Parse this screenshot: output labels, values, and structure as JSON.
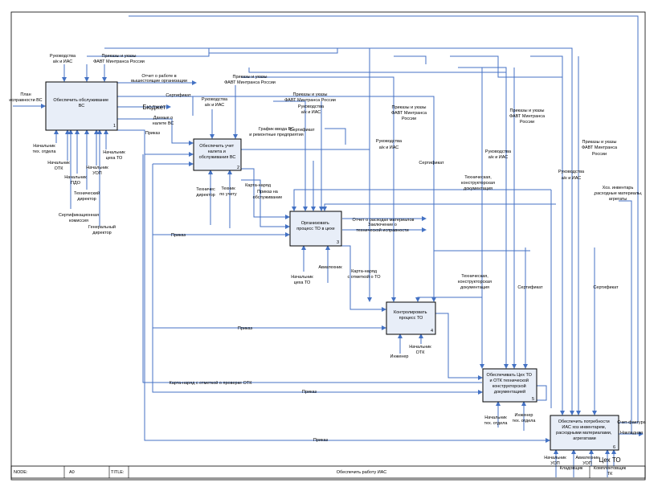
{
  "colors": {
    "box_fill": "#e8eef8",
    "arrow": "#4472c4",
    "border": "#000000"
  },
  "footer": {
    "node_label": "NODE:",
    "node_value": "A0",
    "title_label": "TITLE:",
    "title_value": "Обеспечить работу ИАС"
  },
  "boxes": [
    {
      "id": "b1",
      "num": "1",
      "lines": [
        "Обеспечить обслуживание",
        "ВС"
      ]
    },
    {
      "id": "b2",
      "num": "2",
      "lines": [
        "Обеспечить учет",
        "налета и",
        "обслуживания ВС"
      ]
    },
    {
      "id": "b3",
      "num": "3",
      "lines": [
        "Организовать",
        "процесс ТО в цехе"
      ]
    },
    {
      "id": "b4",
      "num": "4",
      "lines": [
        "Контролировать",
        "процесс ТО"
      ]
    },
    {
      "id": "b5",
      "num": "5",
      "lines": [
        "Обеспечивать Цех ТО",
        "и ОТК технической",
        "конструкторской",
        "документацией"
      ]
    },
    {
      "id": "b6",
      "num": "6",
      "lines": [
        "Обеспечить потребности",
        "ИАС хоз инвентарем,",
        "расходными материалами,",
        "агрегатами"
      ]
    }
  ],
  "labels": [
    {
      "id": "l01",
      "lines": [
        "План",
        "исправности ВС"
      ]
    },
    {
      "id": "l02",
      "lines": [
        "Руководства",
        "а/к и ИАС"
      ]
    },
    {
      "id": "l03",
      "lines": [
        "Приказы и указы",
        "ФАВТ Минтранса России"
      ]
    },
    {
      "id": "l04",
      "lines": [
        "Отчет о работе в",
        "вышестоящие организации"
      ]
    },
    {
      "id": "l05",
      "lines": [
        "Сертификат"
      ]
    },
    {
      "id": "l06",
      "lines": [
        "Бюджет"
      ]
    },
    {
      "id": "l07",
      "lines": [
        "Данные о",
        "налете ВС"
      ]
    },
    {
      "id": "l08",
      "lines": [
        "Приказ"
      ]
    },
    {
      "id": "l09",
      "lines": [
        "Руководства",
        "а/к и ИАС"
      ]
    },
    {
      "id": "l10",
      "lines": [
        "Приказы и указы",
        "ФАВТ Минтранса России"
      ]
    },
    {
      "id": "l11",
      "lines": [
        "Приказы и указы",
        "ФАВТ Минтранса России"
      ]
    },
    {
      "id": "l12",
      "lines": [
        "Руководства",
        "а/к и ИАС"
      ]
    },
    {
      "id": "l13",
      "lines": [
        "График ввода ВС",
        "и ремонтные предприятия"
      ]
    },
    {
      "id": "l14",
      "lines": [
        "Сертификат"
      ]
    },
    {
      "id": "l15",
      "lines": [
        "Приказы и указы",
        "ФАВТ Минтранса",
        "России"
      ]
    },
    {
      "id": "l16",
      "lines": [
        "Приказы и указы",
        "ФАВТ Минтранса",
        "России"
      ]
    },
    {
      "id": "l17",
      "lines": [
        "Приказы и указы",
        "ФАВТ Минтранса",
        "России"
      ]
    },
    {
      "id": "l18",
      "lines": [
        "Руководства",
        "а/к и ИАС"
      ]
    },
    {
      "id": "l19",
      "lines": [
        "Руководства",
        "а/к и ИАС"
      ]
    },
    {
      "id": "l20",
      "lines": [
        "Руководства",
        "а/к и ИАС"
      ]
    },
    {
      "id": "l21",
      "lines": [
        "Сертификат"
      ]
    },
    {
      "id": "l22",
      "lines": [
        "Техническая,",
        "конструкторская",
        "документация"
      ]
    },
    {
      "id": "l23",
      "lines": [
        "Хоз. инвентарь",
        ",расходные материалы,",
        "агрегаты"
      ]
    },
    {
      "id": "l24",
      "lines": [
        "Начальник",
        "тех. отдела"
      ]
    },
    {
      "id": "l25",
      "lines": [
        "Начальник",
        "ОТК"
      ]
    },
    {
      "id": "l26",
      "lines": [
        "Начальник",
        "ПДО"
      ]
    },
    {
      "id": "l27",
      "lines": [
        "Технический",
        "директор"
      ]
    },
    {
      "id": "l28",
      "lines": [
        "Начальник",
        "УОП"
      ]
    },
    {
      "id": "l29",
      "lines": [
        "Начальник",
        "цеха ТО"
      ]
    },
    {
      "id": "l30",
      "lines": [
        "Сертификационная",
        "комиссия"
      ]
    },
    {
      "id": "l31",
      "lines": [
        "Генеральный",
        "директор"
      ]
    },
    {
      "id": "l32",
      "lines": [
        "Техничес",
        "директор"
      ]
    },
    {
      "id": "l33",
      "lines": [
        "Техник",
        "по учету"
      ]
    },
    {
      "id": "l34",
      "lines": [
        "Карта-наряд"
      ]
    },
    {
      "id": "l35",
      "lines": [
        "Приказ на",
        "обслуживание"
      ]
    },
    {
      "id": "l36",
      "lines": [
        "Приказ"
      ]
    },
    {
      "id": "l37",
      "lines": [
        "Отчет о расходах материалов"
      ]
    },
    {
      "id": "l38",
      "lines": [
        "Заключение о",
        "технической исправности"
      ]
    },
    {
      "id": "l39",
      "lines": [
        "Начальник",
        "цеха ТО"
      ]
    },
    {
      "id": "l40",
      "lines": [
        "Авиатехник"
      ]
    },
    {
      "id": "l41",
      "lines": [
        "Карта-наряд",
        "с отметкой о ТО"
      ]
    },
    {
      "id": "l42",
      "lines": [
        "Техническая,",
        "конструкторская",
        "документация"
      ]
    },
    {
      "id": "l43",
      "lines": [
        "Сертификат"
      ]
    },
    {
      "id": "l44",
      "lines": [
        "Сертификат"
      ]
    },
    {
      "id": "l45",
      "lines": [
        "Приказ"
      ]
    },
    {
      "id": "l46",
      "lines": [
        "Инженер"
      ]
    },
    {
      "id": "l47",
      "lines": [
        "Начальник",
        "ОТК"
      ]
    },
    {
      "id": "l48",
      "lines": [
        "Карта-наряд с отметкой о проверке ОТК"
      ]
    },
    {
      "id": "l49",
      "lines": [
        "Приказ"
      ]
    },
    {
      "id": "l50",
      "lines": [
        "Начальник",
        "тех. отдела"
      ]
    },
    {
      "id": "l51",
      "lines": [
        "Инженер",
        "тех. отдела"
      ]
    },
    {
      "id": "l52",
      "lines": [
        "Приказ"
      ]
    },
    {
      "id": "l53",
      "lines": [
        "Счет-фактура"
      ]
    },
    {
      "id": "l54",
      "lines": [
        "Накладная"
      ]
    },
    {
      "id": "l55",
      "lines": [
        "Начальник",
        "УОП"
      ]
    },
    {
      "id": "l56",
      "lines": [
        "Кладовщик"
      ]
    },
    {
      "id": "l57",
      "lines": [
        "Авиатехник",
        "УОП"
      ]
    },
    {
      "id": "l58",
      "lines": [
        "Цех ТО"
      ]
    },
    {
      "id": "l59",
      "lines": [
        "Комплектовщик",
        "ТК"
      ]
    }
  ]
}
